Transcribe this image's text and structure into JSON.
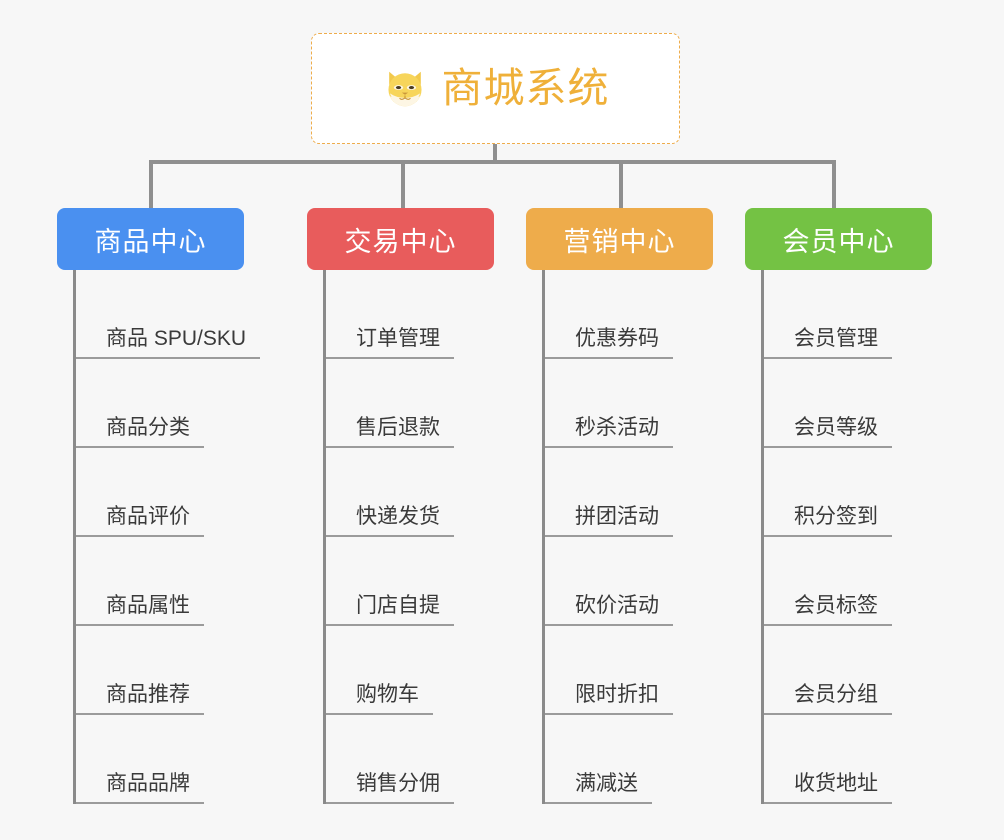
{
  "root": {
    "title": "商城系统",
    "icon": "shiba-dog-icon",
    "border_color": "#eeac4b",
    "text_color": "#efb039",
    "background": "#ffffff"
  },
  "canvas": {
    "background": "#f7f7f7",
    "connector_color": "#8f8f8f",
    "trunk_color": "#8a8a8a",
    "underline_color": "#9b9b9b"
  },
  "columns": [
    {
      "id": "product-center",
      "label": "商品中心",
      "color": "#4a90f0",
      "items": [
        {
          "label": "商品 SPU/SKU"
        },
        {
          "label": "商品分类"
        },
        {
          "label": "商品评价"
        },
        {
          "label": "商品属性"
        },
        {
          "label": "商品推荐"
        },
        {
          "label": "商品品牌"
        }
      ]
    },
    {
      "id": "trade-center",
      "label": "交易中心",
      "color": "#e85c5c",
      "items": [
        {
          "label": "订单管理"
        },
        {
          "label": "售后退款"
        },
        {
          "label": "快递发货"
        },
        {
          "label": "门店自提"
        },
        {
          "label": "购物车"
        },
        {
          "label": "销售分佣"
        }
      ]
    },
    {
      "id": "marketing-center",
      "label": "营销中心",
      "color": "#eeac4b",
      "items": [
        {
          "label": "优惠券码"
        },
        {
          "label": "秒杀活动"
        },
        {
          "label": "拼团活动"
        },
        {
          "label": "砍价活动"
        },
        {
          "label": "限时折扣"
        },
        {
          "label": "满减送"
        }
      ]
    },
    {
      "id": "member-center",
      "label": "会员中心",
      "color": "#74c244",
      "items": [
        {
          "label": "会员管理"
        },
        {
          "label": "会员等级"
        },
        {
          "label": "积分签到"
        },
        {
          "label": "会员标签"
        },
        {
          "label": "会员分组"
        },
        {
          "label": "收货地址"
        }
      ]
    }
  ]
}
